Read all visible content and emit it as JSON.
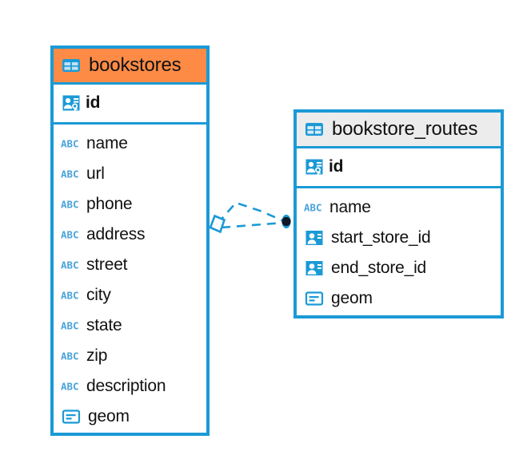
{
  "diagram": {
    "title": "bookstores / bookstore_routes ER diagram",
    "background_color": "#ffffff",
    "accent_color": "#1b9ad6",
    "highlight_color": "#fd8b46",
    "header_grey": "#ececec"
  },
  "entities": [
    {
      "name": "bookstores",
      "header_style": "orange",
      "table_icon": "table-icon",
      "keys": [
        {
          "label": "id",
          "icon": "primary-key-icon",
          "type": "primary-key"
        }
      ],
      "fields": [
        {
          "label": "name",
          "icon": "abc-icon",
          "type": "text"
        },
        {
          "label": "url",
          "icon": "abc-icon",
          "type": "text"
        },
        {
          "label": "phone",
          "icon": "abc-icon",
          "type": "text"
        },
        {
          "label": "address",
          "icon": "abc-icon",
          "type": "text"
        },
        {
          "label": "street",
          "icon": "abc-icon",
          "type": "text"
        },
        {
          "label": "city",
          "icon": "abc-icon",
          "type": "text"
        },
        {
          "label": "state",
          "icon": "abc-icon",
          "type": "text"
        },
        {
          "label": "zip",
          "icon": "abc-icon",
          "type": "text"
        },
        {
          "label": "description",
          "icon": "abc-icon",
          "type": "text"
        },
        {
          "label": "geom",
          "icon": "geometry-icon",
          "type": "geometry"
        }
      ]
    },
    {
      "name": "bookstore_routes",
      "header_style": "grey",
      "table_icon": "table-icon",
      "keys": [
        {
          "label": "id",
          "icon": "primary-key-icon",
          "type": "primary-key"
        }
      ],
      "fields": [
        {
          "label": "name",
          "icon": "abc-icon",
          "type": "text"
        },
        {
          "label": "start_store_id",
          "icon": "foreign-key-icon",
          "type": "foreign-key"
        },
        {
          "label": "end_store_id",
          "icon": "foreign-key-icon",
          "type": "foreign-key"
        },
        {
          "label": "geom",
          "icon": "geometry-icon",
          "type": "geometry"
        }
      ]
    }
  ],
  "relationship": {
    "source": "bookstores",
    "target": "bookstore_routes",
    "line_style": "dashed",
    "line_color": "#1b9ad6",
    "source_marker": "diamond-marker",
    "target_marker": "filled-circle-marker"
  }
}
